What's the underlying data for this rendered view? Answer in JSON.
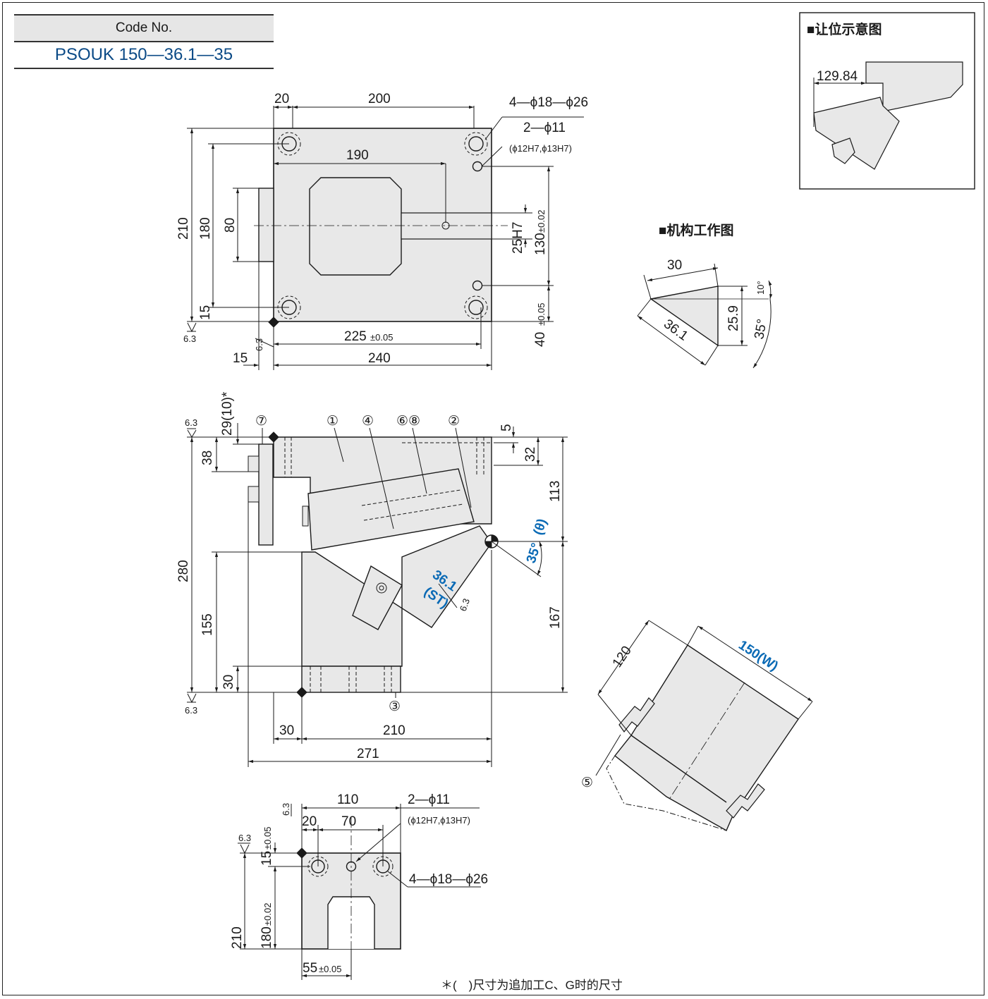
{
  "code_header": "Code No.",
  "code_value": "PSOUK 150—36.1—35",
  "headings": {
    "clearance": "■让位示意图",
    "mechanism": "■机构工作图"
  },
  "top_view": {
    "d_20": "20",
    "d_200": "200",
    "d_190": "190",
    "d_210": "210",
    "d_180": "180",
    "d_80": "80",
    "d_15": "15",
    "d_225": "225",
    "tol_225": "±0.05",
    "d_240": "240",
    "d_15b": "15",
    "d_25h7": "25H7",
    "d_130": "130",
    "tol_130": "±0.02",
    "d_40": "40",
    "tol_40": "±0.05",
    "holes_4": "4—ϕ18—ϕ26",
    "holes_2": "2—ϕ11",
    "holes_2_sub": "(ϕ12H7,ϕ13H7)",
    "rough": "6.3"
  },
  "side_view": {
    "d_29": "29(10)*",
    "d_38": "38",
    "d_280": "280",
    "d_155": "155",
    "d_30": "30",
    "d_5": "5",
    "d_32": "32",
    "d_113": "113",
    "d_167": "167",
    "d_30b": "30",
    "d_210": "210",
    "d_271": "271",
    "angle": "35°",
    "angle_theta": "(θ)",
    "stroke": "36.1",
    "stroke_st": "(ST)",
    "callouts": [
      "①",
      "②",
      "③",
      "④",
      "⑦",
      "⑥⑧"
    ],
    "rough": "6.3"
  },
  "bottom_view": {
    "d_110": "110",
    "d_20": "20",
    "d_70": "70",
    "d_15": "15",
    "tol_15": "±0.05",
    "d_180": "180",
    "tol_180": "±0.02",
    "d_210": "210",
    "d_55": "55",
    "tol_55": "±0.05",
    "holes_2": "2—ϕ11",
    "holes_2_sub": "(ϕ12H7,ϕ13H7)",
    "holes_4": "4—ϕ18—ϕ26",
    "rough": "6.3"
  },
  "clearance_view": {
    "d_129": "129.84"
  },
  "mechanism_view": {
    "d_30": "30",
    "d_36": "36.1",
    "d_25": "25.9",
    "a_10": "10°",
    "a_35": "35°"
  },
  "block_view": {
    "d_120": "120",
    "d_150": "150(W)",
    "callout": "⑤"
  },
  "footnote": "＊(　)尺寸为追加工C、G时的尺寸",
  "colors": {
    "fill": "#e8e8e8",
    "line": "#1a1a1a",
    "accent": "#0a6ab5"
  }
}
